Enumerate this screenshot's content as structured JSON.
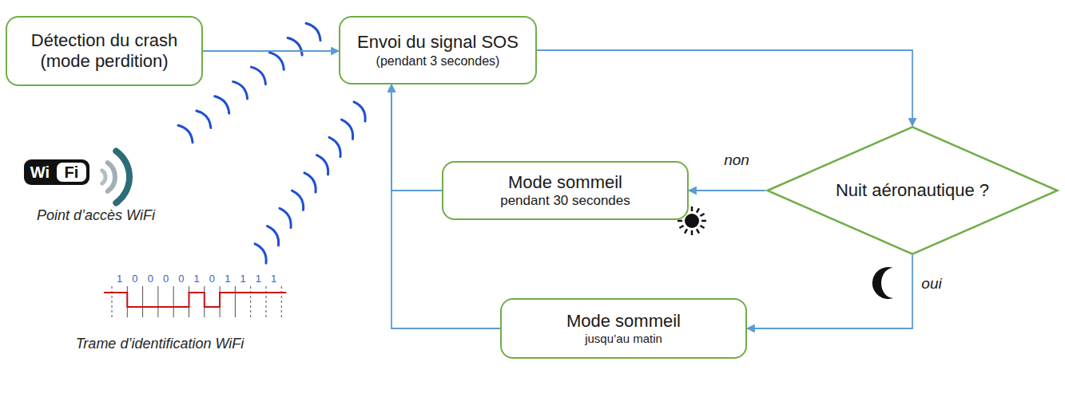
{
  "diagram": {
    "nodes": [
      {
        "text": [
          "Détection du crash (mode perdition)"
        ]
      },
      {
        "text": [
          "Envoi du signal SOS",
          "(pendant 3 secondes)"
        ]
      },
      {
        "text": [
          "Mode sommeil",
          "pendant 30 secondes"
        ]
      },
      {
        "text": [
          "Nuit aéronautique ?"
        ]
      },
      {
        "text": [
          "Mode sommeil",
          "jusqu’au matin"
        ]
      }
    ],
    "edges": [
      {
        "from": 0,
        "to": 1,
        "arrow": "to"
      },
      {
        "from": 1,
        "to": 3,
        "arrow": "to"
      },
      {
        "from": 3,
        "to": 2,
        "label": "non",
        "arrow": "to"
      },
      {
        "from": 3,
        "to": 4,
        "label": "oui",
        "arrow": "to"
      },
      {
        "from": 2,
        "to": 1,
        "arrow": "to"
      },
      {
        "from": 4,
        "to": 1,
        "arrow": "to"
      }
    ],
    "labels": [
      "Wi",
      "Fi",
      "Point d’accès WiFi",
      "1",
      "0",
      "0",
      "0",
      "0",
      "1",
      "0",
      "1",
      "1",
      "1",
      "1",
      "Trame d’identification WiFi"
    ]
  }
}
